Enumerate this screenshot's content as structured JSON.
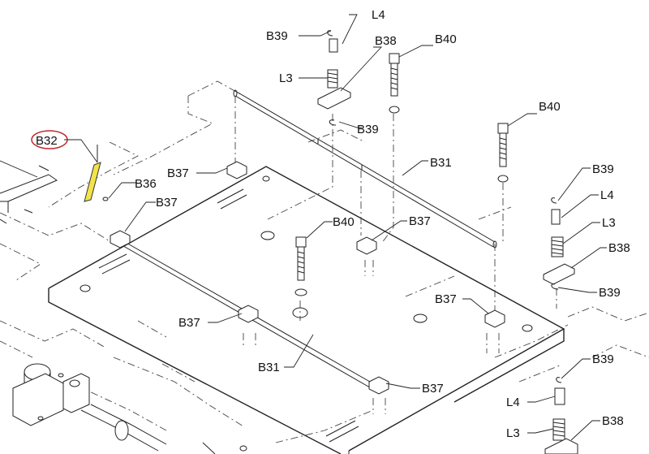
{
  "highlight": {
    "part": "B32",
    "ring_color": "#c0282d",
    "fill_color": "#f2e34a"
  },
  "labels": [
    {
      "id": "l4-top",
      "text": "L4"
    },
    {
      "id": "b39-top",
      "text": "B39"
    },
    {
      "id": "b38-top",
      "text": "B38"
    },
    {
      "id": "b40-top",
      "text": "B40"
    },
    {
      "id": "l3-top",
      "text": "L3"
    },
    {
      "id": "b39-top2",
      "text": "B39"
    },
    {
      "id": "b40-mid",
      "text": "B40"
    },
    {
      "id": "b32",
      "text": "B32"
    },
    {
      "id": "b37-a",
      "text": "B37"
    },
    {
      "id": "b36",
      "text": "B36"
    },
    {
      "id": "b31-top",
      "text": "B31"
    },
    {
      "id": "b37-b",
      "text": "B37"
    },
    {
      "id": "b39-r1",
      "text": "B39"
    },
    {
      "id": "l4-r1",
      "text": "L4"
    },
    {
      "id": "b40-c",
      "text": "B40"
    },
    {
      "id": "b37-c",
      "text": "B37"
    },
    {
      "id": "l3-r1",
      "text": "L3"
    },
    {
      "id": "b38-r1",
      "text": "B38"
    },
    {
      "id": "b39-r2",
      "text": "B39"
    },
    {
      "id": "b37-d",
      "text": "B37"
    },
    {
      "id": "b37-e",
      "text": "B37"
    },
    {
      "id": "b31-bot",
      "text": "B31"
    },
    {
      "id": "b37-f",
      "text": "B37"
    },
    {
      "id": "b39-r3",
      "text": "B39"
    },
    {
      "id": "l4-r2",
      "text": "L4"
    },
    {
      "id": "b38-r2",
      "text": "B38"
    },
    {
      "id": "l3-r2",
      "text": "L3"
    }
  ]
}
